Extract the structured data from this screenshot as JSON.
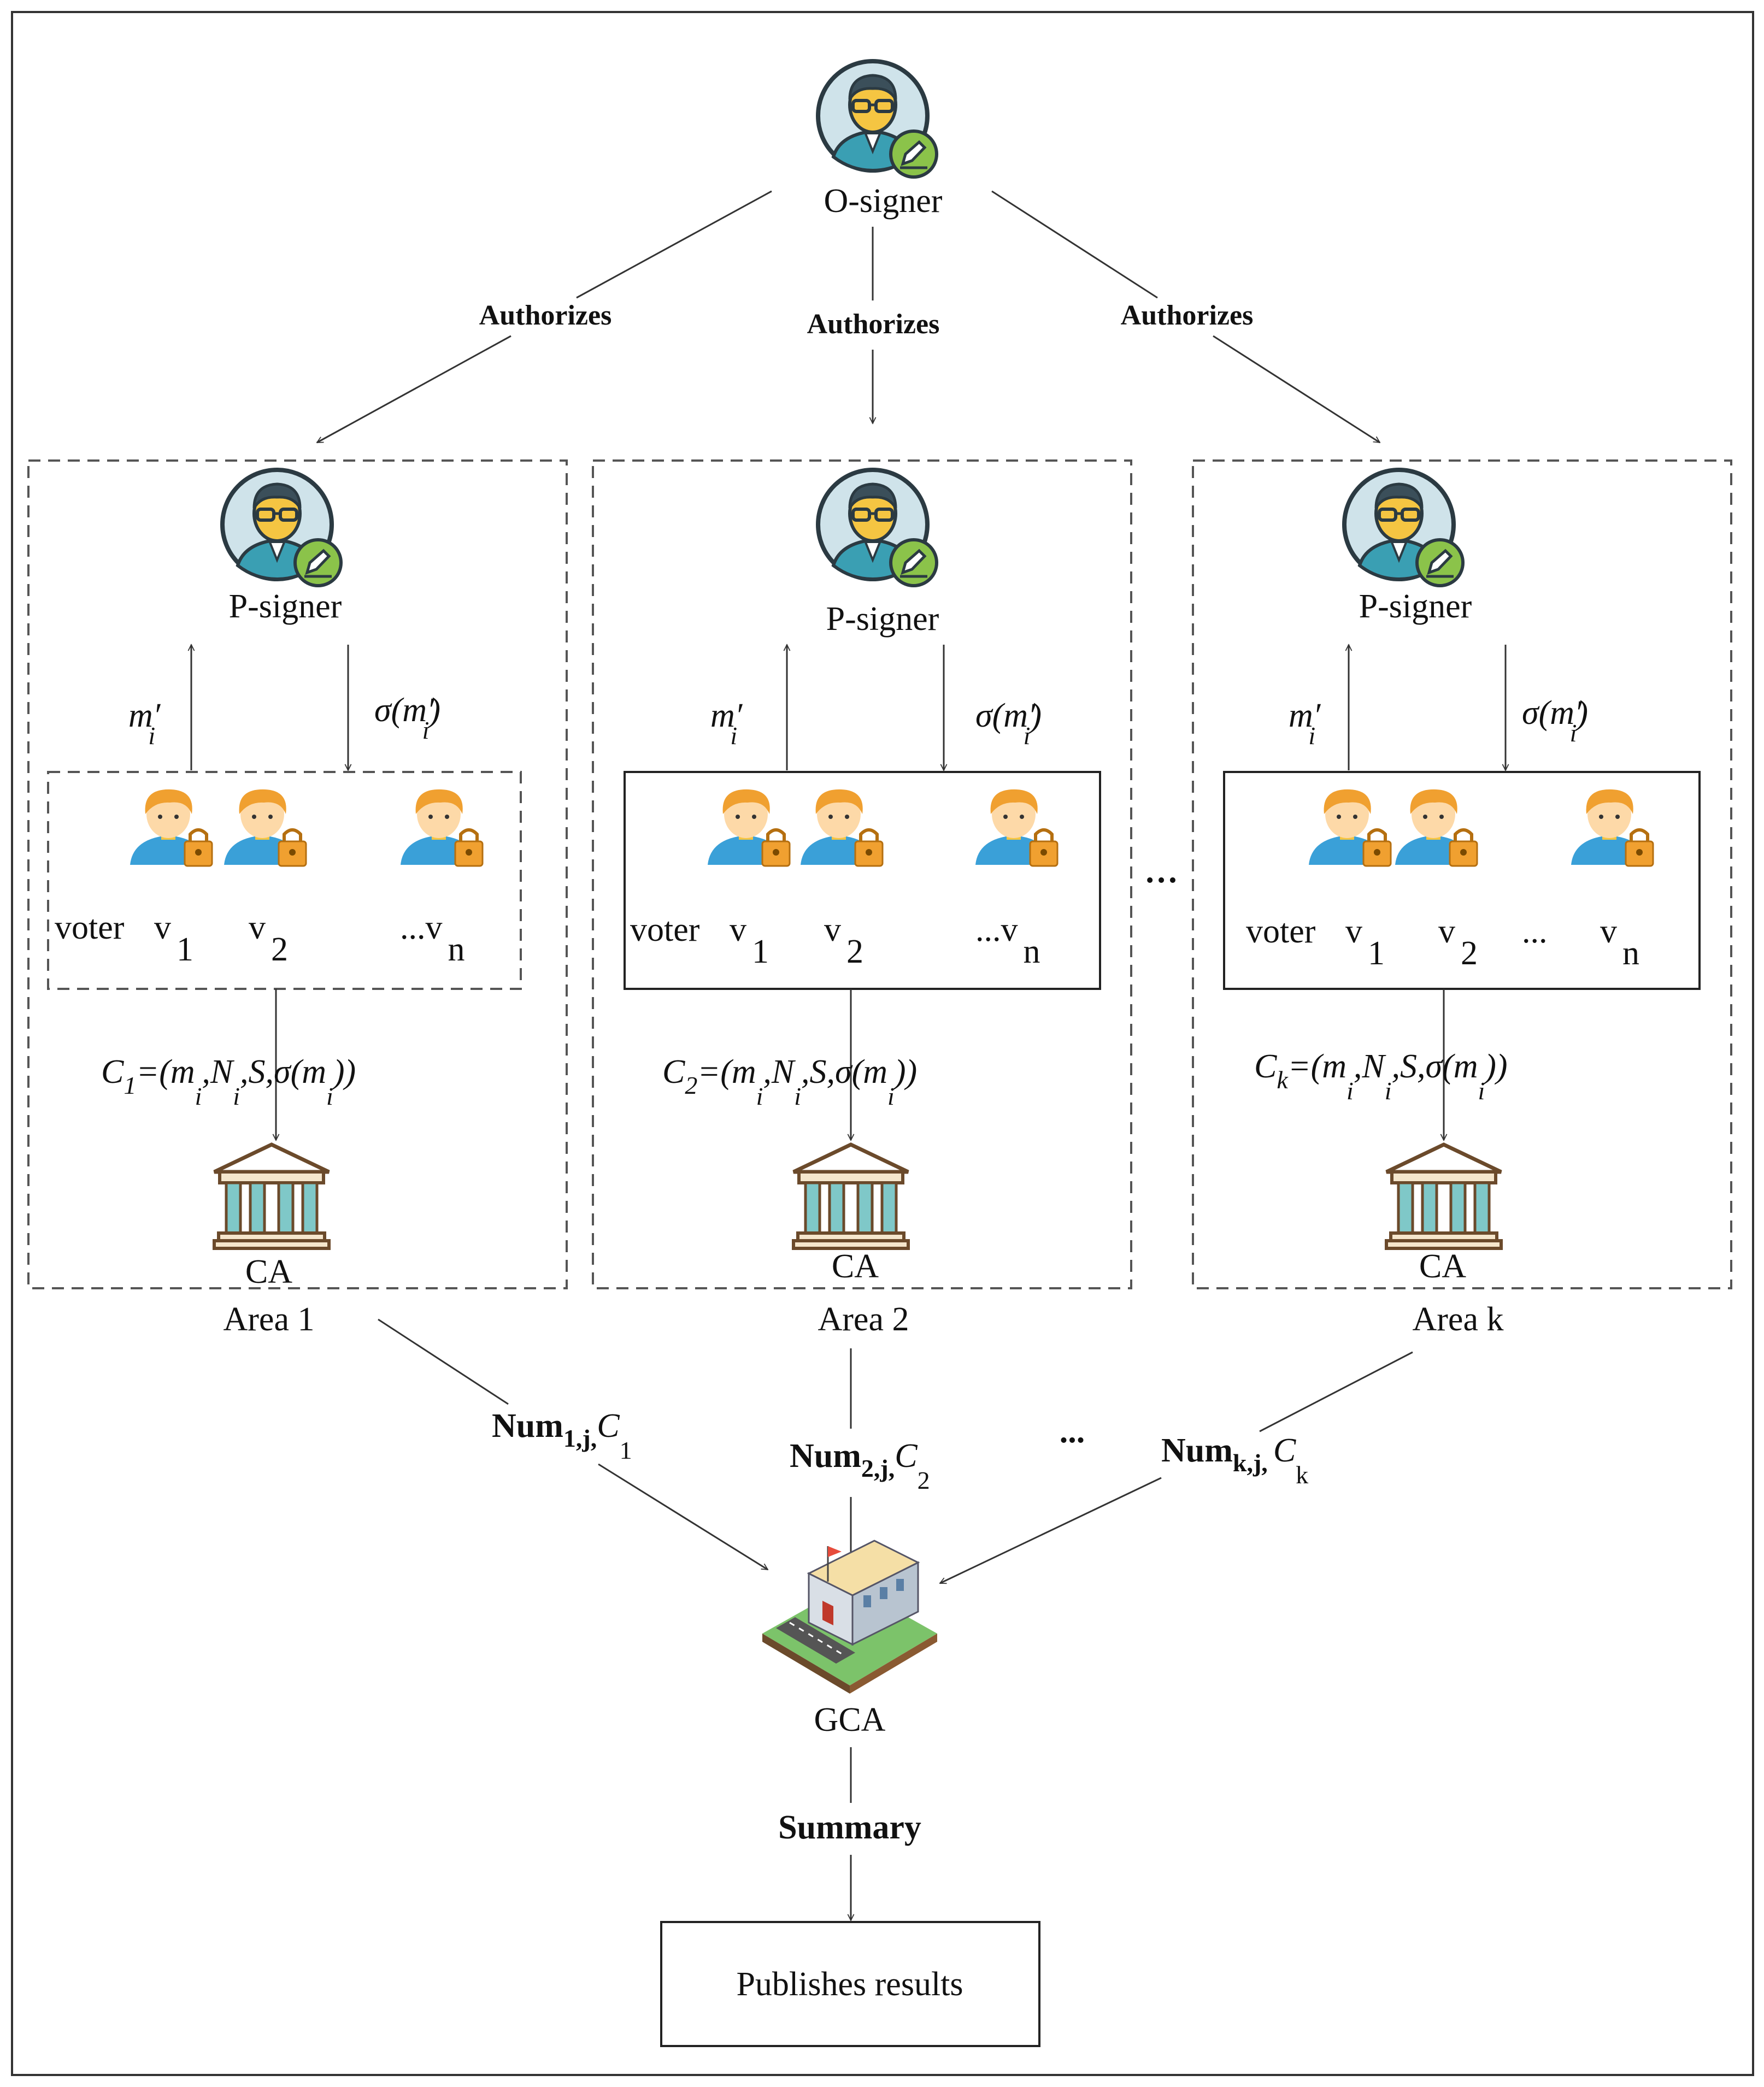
{
  "top": {
    "label": "O-signer"
  },
  "authorize_label": "Authorizes",
  "areas": [
    {
      "proxy_label": "P-signer",
      "voter_label": "voter",
      "voters": [
        "v",
        "v",
        "...v"
      ],
      "voter_subs": [
        "1",
        "2",
        "n"
      ],
      "ca_label": "CA",
      "area_label": "Area 1",
      "c_sub": "1",
      "num_sub": "1,j,",
      "num_c_sub": "1"
    },
    {
      "proxy_label": "P-signer",
      "voter_label": "voter",
      "voters": [
        "v",
        "v",
        "...v"
      ],
      "voter_subs": [
        "1",
        "2",
        "n"
      ],
      "ca_label": "CA",
      "area_label": "Area 2",
      "c_sub": "2",
      "num_sub": "2,j,",
      "num_c_sub": "2"
    },
    {
      "proxy_label": "P-signer",
      "voter_label": "voter",
      "voters": [
        "v",
        "v",
        "v"
      ],
      "voter_subs": [
        "1",
        "2",
        "n"
      ],
      "ca_label": "CA",
      "area_label": "Area k",
      "c_sub": "k",
      "num_sub": "k,j,",
      "num_c_sub": "k"
    }
  ],
  "ellipsis": "...",
  "middle_ellipsis": "…",
  "gca_label": "GCA",
  "summary_label": "Summary",
  "result_label": "Publishes results",
  "math": {
    "m_prime": "m′",
    "sigma_open": "σ(m′",
    "close": ")",
    "i": "i",
    "c_left": "C",
    "c_eq": "=(m",
    "c_n": ",N",
    "c_s": ",S,σ(m",
    "c_end": "))",
    "num": "Num",
    "c": "C"
  },
  "colors": {
    "skin": "#f5c542",
    "hair": "#f0a030",
    "shirt": "#3aa0d8",
    "lock": "#f0a030",
    "badge": "#8bc34a",
    "avatar_bg": "#cfe3ea",
    "pillar": "#7fc8c8"
  }
}
